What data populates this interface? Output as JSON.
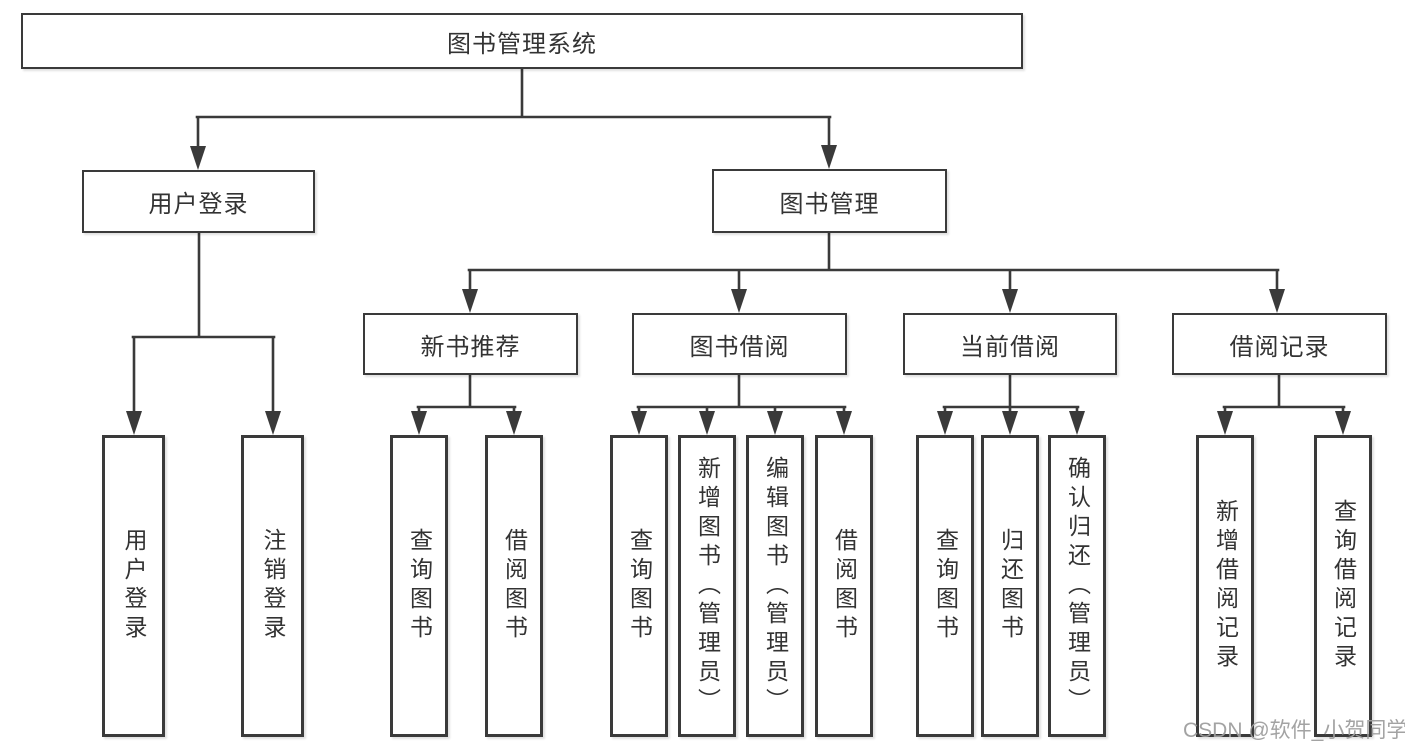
{
  "diagram": {
    "watermark": "CSDN @软件_小贺同学",
    "colors": {
      "line": "#3a3a3a",
      "text": "#333333",
      "box_background": "#ffffff",
      "watermark": "#9e9e9e"
    },
    "tree": {
      "root": "图书管理系统",
      "children": [
        {
          "label": "用户登录",
          "children": [
            "用户登录",
            "注销登录"
          ]
        },
        {
          "label": "图书管理",
          "children": [
            {
              "label": "新书推荐",
              "children": [
                "查询图书",
                "借阅图书"
              ]
            },
            {
              "label": "图书借阅",
              "children": [
                "查询图书",
                "新增图书（管理员）",
                "编辑图书（管理员）",
                "借阅图书"
              ]
            },
            {
              "label": "当前借阅",
              "children": [
                "查询图书",
                "归还图书",
                "确认归还（管理员）"
              ]
            },
            {
              "label": "借阅记录",
              "children": [
                "新增借阅记录",
                "查询借阅记录"
              ]
            }
          ]
        }
      ]
    }
  }
}
